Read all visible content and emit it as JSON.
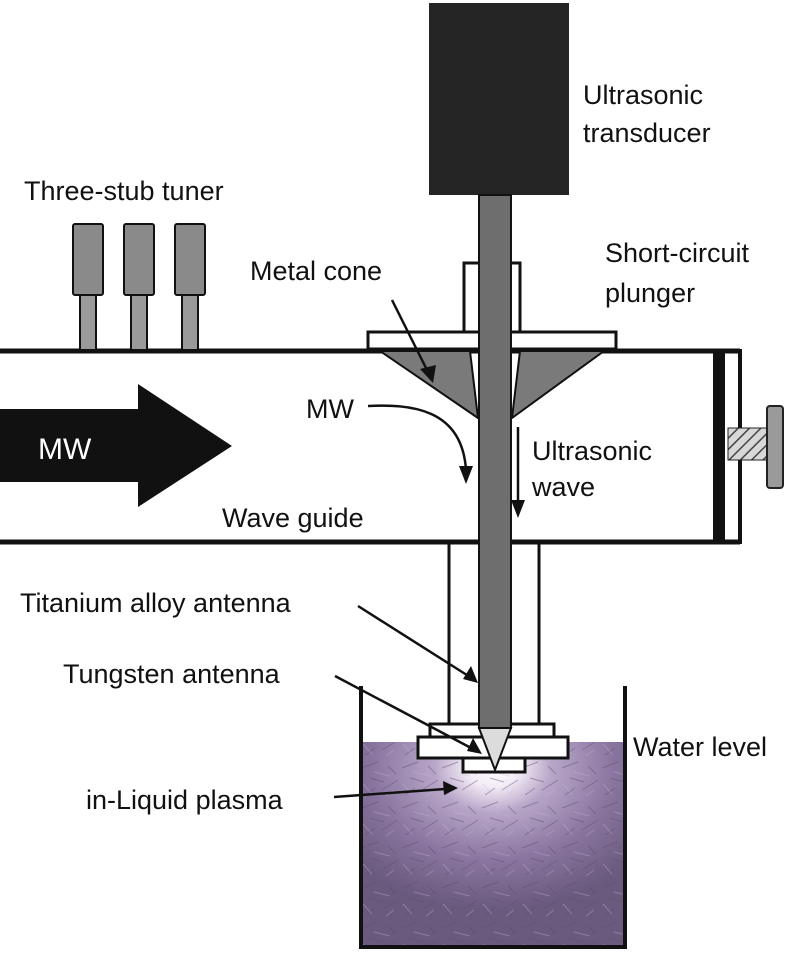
{
  "labels": {
    "ultrasonic_transducer_line1": "Ultrasonic",
    "ultrasonic_transducer_line2": "transducer",
    "three_stub_tuner": "Three-stub tuner",
    "metal_cone": "Metal cone",
    "short_circuit_plunger_line1": "Short-circuit",
    "short_circuit_plunger_line2": "plunger",
    "mw_arrow": "MW",
    "mw_flow": "MW",
    "ultrasonic_wave_line1": "Ultrasonic",
    "ultrasonic_wave_line2": "wave",
    "wave_guide": "Wave guide",
    "titanium_alloy_antenna": "Titanium alloy antenna",
    "tungsten_antenna": "Tungsten antenna",
    "water_level": "Water level",
    "in_liquid_plasma": "in-Liquid plasma"
  },
  "colors": {
    "transducer": "#252525",
    "antenna": "#6e6e6e",
    "cone": "#7a7a7a",
    "stub": "#8a8a8a",
    "outline": "#111111",
    "liquid": "#7d6a93",
    "plasma": "#ffffff"
  }
}
